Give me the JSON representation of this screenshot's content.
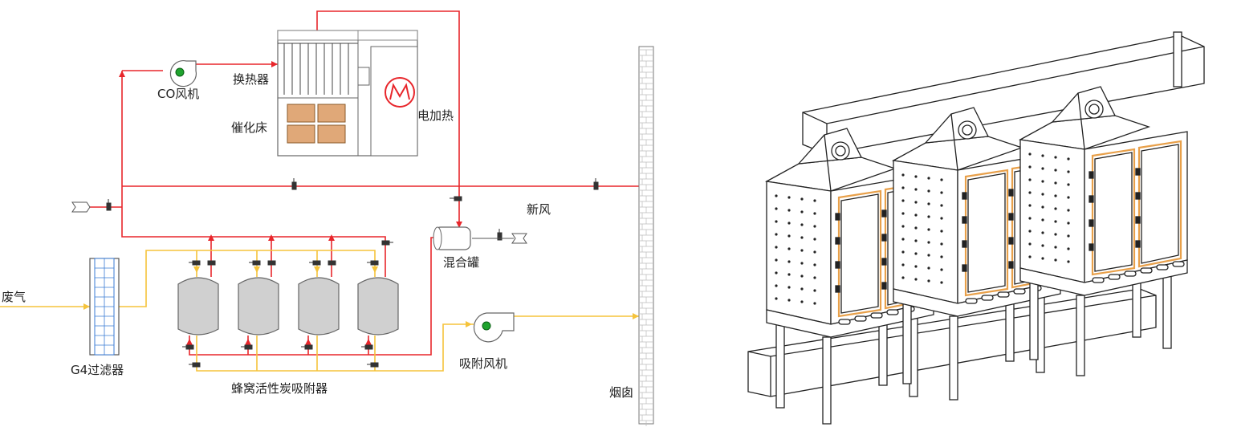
{
  "labels": {
    "co_fan": "CO风机",
    "heat_exchanger": "换热器",
    "catalytic_bed": "催化床",
    "electric_heater": "电加热",
    "fresh_air": "新风",
    "mixing_tank": "混合罐",
    "waste_gas": "废气",
    "filter": "G4过滤器",
    "adsorber": "蜂窝活性炭吸附器",
    "adsorption_fan": "吸附风机",
    "chimney": "烟囱"
  },
  "colors": {
    "hot_line": "#e8262b",
    "gas_line": "#f5c33b",
    "fan_dot": "#1fa32e",
    "catalyst": "#e0a878",
    "vessel_fill": "#d0d0d0",
    "door_frame": "#e8a04a"
  },
  "adsorber_count": 4,
  "module_count": 3
}
